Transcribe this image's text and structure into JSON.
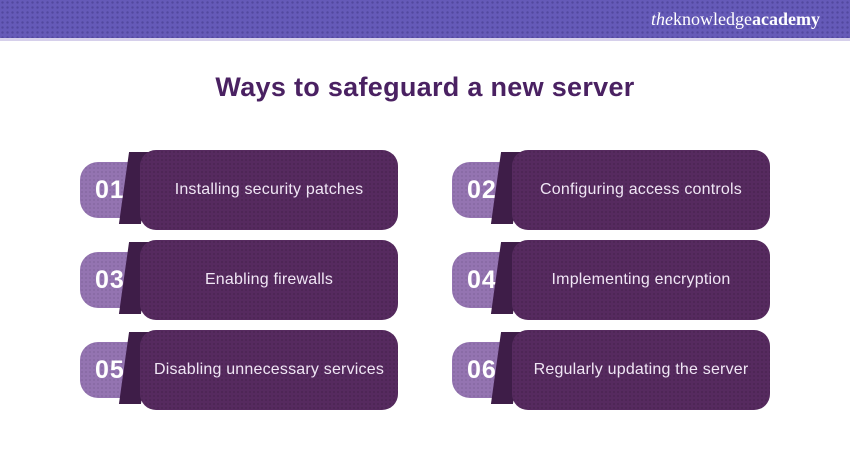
{
  "brand": {
    "the": "the",
    "knowledge": "knowledge",
    "academy": "academy"
  },
  "title": "Ways to safeguard a new server",
  "steps": [
    {
      "number": "01",
      "label": "Installing security patches"
    },
    {
      "number": "02",
      "label": "Configuring access controls"
    },
    {
      "number": "03",
      "label": "Enabling firewalls"
    },
    {
      "number": "04",
      "label": "Implementing encryption"
    },
    {
      "number": "05",
      "label": "Disabling unnecessary services"
    },
    {
      "number": "06",
      "label": "Regularly updating the server"
    }
  ],
  "colors": {
    "top_bar": "#655ab8",
    "divider": "#d6d0eb",
    "title_text": "#4a2162",
    "badge": "#9474b1",
    "fold": "#3e1d48",
    "card": "#562a5f",
    "card_text": "#f0e6f5",
    "logo_text": "#ffffff"
  }
}
